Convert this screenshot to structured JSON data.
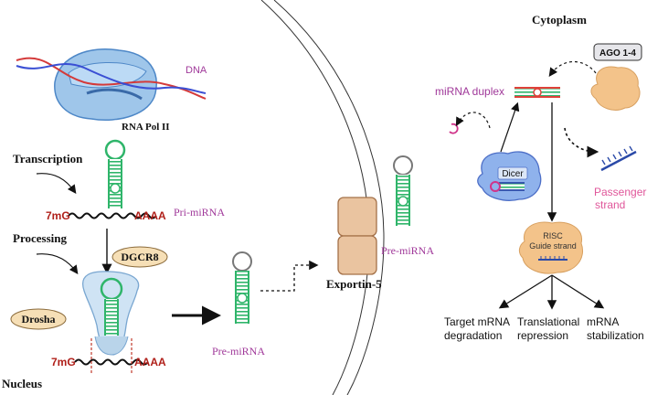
{
  "labels": {
    "cytoplasm": "Cytoplasm",
    "nucleus": "Nucleus",
    "dna": "DNA",
    "rna_pol": "RNA Pol II",
    "transcription": "Transcription",
    "processing": "Processing",
    "cap_1": "7mG",
    "polya_1": "AAAA",
    "pri_mirna": "Pri-miRNA",
    "dgcr8": "DGCR8",
    "drosha": "Drosha",
    "cap_2": "7mG",
    "polya_2": "AAAA",
    "pre_mirna_nucleus": "Pre-miRNA",
    "exportin": "Exportin-5",
    "pre_mirna_cytoplasm": "Pre-miRNA",
    "mirna_duplex": "miRNA duplex",
    "ago": "AGO 1-4",
    "dicer": "Dicer",
    "passenger_line1": "Passenger",
    "passenger_line2": "strand",
    "risc": "RISC",
    "guide_strand": "Guide strand",
    "outcome_1_line1": "Target mRNA",
    "outcome_1_line2": "degradation",
    "outcome_2_line1": "Translational",
    "outcome_2_line2": "repression",
    "outcome_3_line1": "mRNA",
    "outcome_3_line2": "stabilization"
  },
  "colors": {
    "accent_purple": "#a0399a",
    "passenger_pink": "#e0569a",
    "cap_red": "#b0201a",
    "hairpin_green": "#2fb56a",
    "exportin_fill": "#eac4a0",
    "dgcr8_fill": "#f6dfb6"
  }
}
